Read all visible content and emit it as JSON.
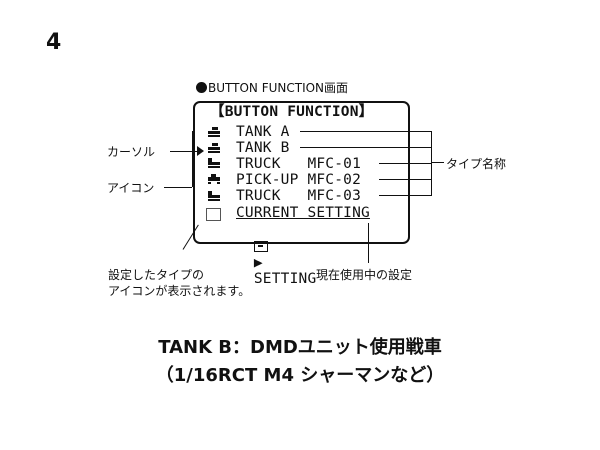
{
  "page_number": "4",
  "screen_title": "BUTTON FUNCTION画面",
  "lcd": {
    "header": "【BUTTON FUNCTION】",
    "rows": [
      {
        "label": "TANK A",
        "icon": "tank-icon"
      },
      {
        "label": "TANK B",
        "icon": "tank-icon"
      },
      {
        "label": "TRUCK   MFC-01",
        "icon": "truck-icon"
      },
      {
        "label": "PICK-UP MFC-02",
        "icon": "pickup-icon"
      },
      {
        "label": "TRUCK   MFC-03",
        "icon": "truck-icon"
      },
      {
        "label": "CURRENT SETTING",
        "icon": "empty-icon"
      }
    ],
    "settings_icon": "enter-icon",
    "settings_arrow": "▶",
    "settings_label": "SETTING"
  },
  "callouts": {
    "cursor": "カーソル",
    "icon": "アイコン",
    "type_name": "タイプ名称",
    "icon_note_line1": "設定したタイプの",
    "icon_note_line2": "アイコンが表示されます。",
    "current_setting": "現在使用中の設定"
  },
  "caption": {
    "line1": "TANK B：DMDユニット使用戦車",
    "line2": "（1/16RCT  M4 シャーマンなど）"
  }
}
